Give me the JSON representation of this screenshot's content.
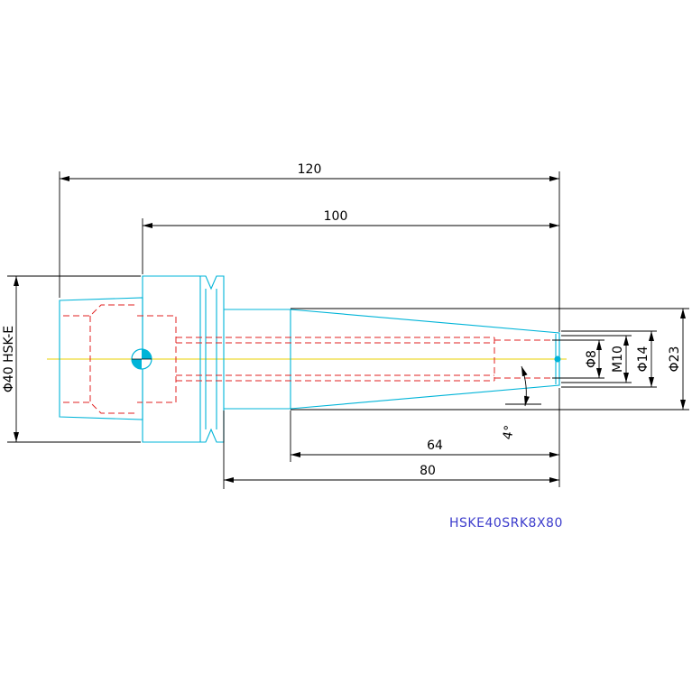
{
  "dimensions": {
    "overall_length": "120",
    "gauge_length": "100",
    "taper_length": "64",
    "shank_length": "80",
    "hsk_diameter": "Φ40 HSK-E",
    "bore_diameter": "Φ8",
    "thread": "M10",
    "nose_diameter": "Φ14",
    "taper_diameter": "Φ23",
    "taper_angle": "4°"
  },
  "part_code": "HSKE40SRK8X80",
  "colors": {
    "part_outline": "#00b4d8",
    "hidden_lines": "#e02020",
    "dimension_lines": "#000000",
    "center_line": "#e8d000",
    "label": "#3c3ccc"
  }
}
